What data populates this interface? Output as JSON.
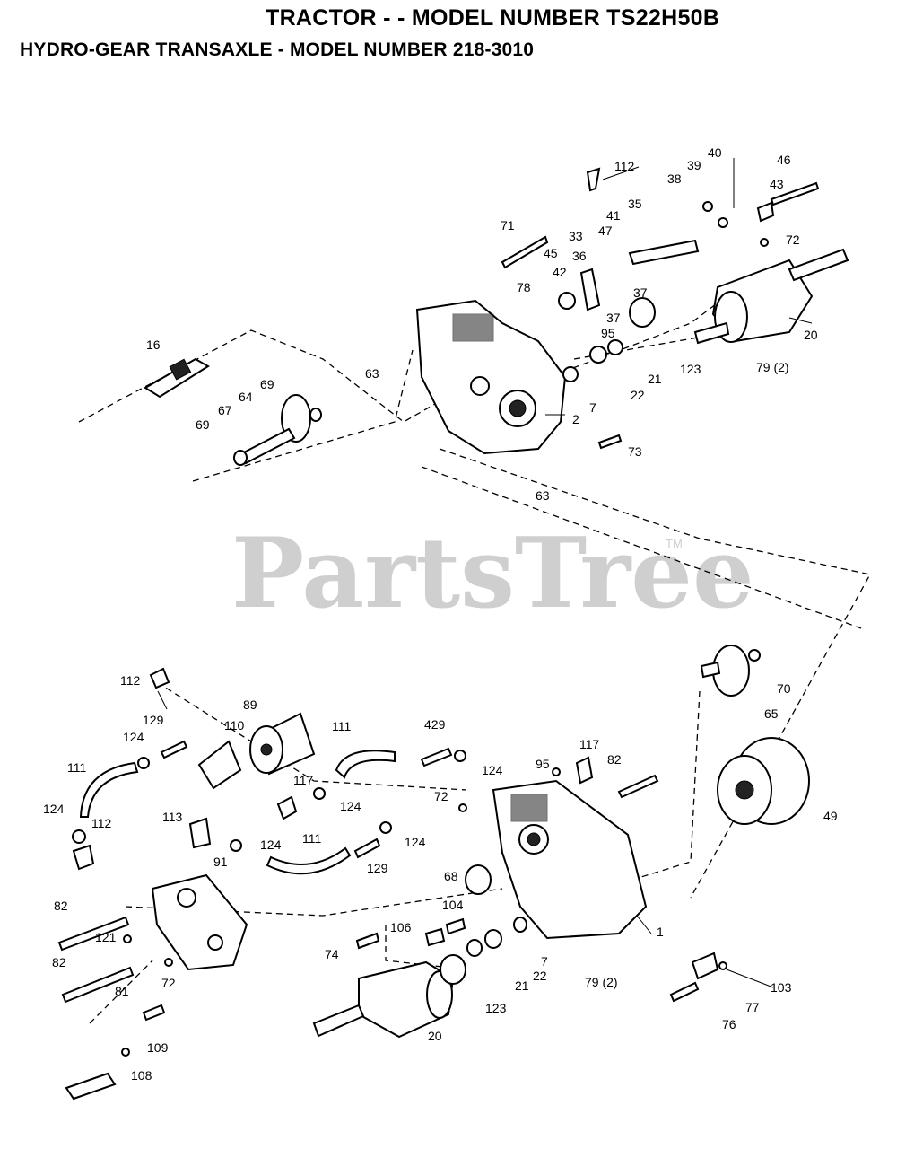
{
  "header": {
    "title": "TRACTOR - - MODEL NUMBER TS22H50B",
    "subtitle": "HYDRO-GEAR TRANSAXLE - MODEL NUMBER 218-3010"
  },
  "watermark": {
    "text": "PartsTree",
    "trademark": "TM"
  },
  "callouts": {
    "c112a": "112",
    "c40": "40",
    "c46": "46",
    "c39": "39",
    "c38": "38",
    "c43": "43",
    "c41": "41",
    "c35": "35",
    "c71": "71",
    "c47": "47",
    "c33": "33",
    "c72a": "72",
    "c45": "45",
    "c36": "36",
    "c42": "42",
    "c37a": "37",
    "c78": "78",
    "c37b": "37",
    "c95a": "95",
    "c20a": "20",
    "c16": "16",
    "c123a": "123",
    "c21a": "21",
    "c79a": "79 (2)",
    "c63a": "63",
    "c22a": "22",
    "c69a": "69",
    "c64": "64",
    "c67": "67",
    "c7a": "7",
    "c2": "2",
    "c69b": "69",
    "c73": "73",
    "c63b": "63",
    "c112b": "112",
    "c89": "89",
    "c129a": "129",
    "c110": "110",
    "c111a": "111",
    "c429": "429",
    "c124a": "124",
    "c111b": "111",
    "c124b": "124",
    "c117a": "117",
    "c124c": "124",
    "c117b": "117",
    "c95b": "95",
    "c82a": "82",
    "c124d": "124",
    "c112c": "112",
    "c72b": "72",
    "c113": "113",
    "c124e": "124",
    "c111c": "111",
    "c124f": "124",
    "c129b": "129",
    "c91": "91",
    "c68": "68",
    "c70": "70",
    "c65": "65",
    "c49": "49",
    "c82b": "82",
    "c121": "121",
    "c104": "104",
    "c106": "106",
    "c74": "74",
    "c1": "1",
    "c82c": "82",
    "c72c": "72",
    "c7b": "7",
    "c22b": "22",
    "c21b": "21",
    "c79b": "79 (2)",
    "c103": "103",
    "c81": "81",
    "c77": "77",
    "c123b": "123",
    "c76": "76",
    "c20b": "20",
    "c109": "109",
    "c108": "108"
  }
}
